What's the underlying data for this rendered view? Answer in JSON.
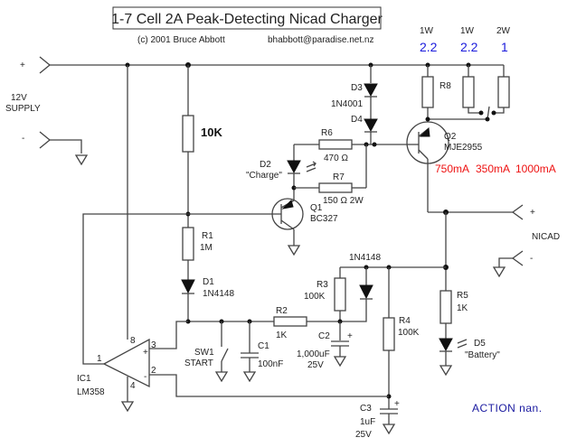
{
  "title": "1-7 Cell 2A Peak-Detecting Nicad Charger",
  "author": "(c) 2001 Bruce Abbott",
  "email": "bhabbott@paradise.net.nz",
  "supply": {
    "plus": "+",
    "minus": "-",
    "label_line1": "12V",
    "label_line2": "SUPPLY"
  },
  "nicad": {
    "plus": "+",
    "minus": "-",
    "label": "NICAD"
  },
  "sense_resistors": {
    "watts": [
      "1W",
      "1W",
      "2W"
    ],
    "ohms": [
      "2.2",
      "2.2",
      "1"
    ],
    "currents": [
      "750mA",
      "350mA",
      "1000mA"
    ],
    "r8_label": "R8"
  },
  "components": {
    "r_10k": "10K",
    "d3": "D3",
    "d3_d4_part": "1N4001",
    "d4": "D4",
    "r6": "R6",
    "r6_value": "470 Ω",
    "r7": "R7",
    "r7_value": "150 Ω  2W",
    "d2": "D2",
    "d2_desc": "\"Charge\"",
    "q1": "Q1",
    "q1_part": "BC327",
    "q2": "Q2",
    "q2_part": "MJE2955",
    "r1": "R1",
    "r1_value": "1M",
    "d1": "D1",
    "d1_part": "1N4148",
    "r2": "R2",
    "r2_value": "1K",
    "r3": "R3",
    "r3_value": "100K",
    "d6_part": "1N4148",
    "c1": "C1",
    "c1_value": "100nF",
    "c2": "C2",
    "c2_value": "1,000uF",
    "c2_voltage": "25V",
    "r4": "R4",
    "r4_value": "100K",
    "c3": "C3",
    "c3_value": "1uF",
    "c3_voltage": "25V",
    "r5": "R5",
    "r5_value": "1K",
    "d5": "D5",
    "d5_desc": "\"Battery\"",
    "sw1": "SW1",
    "sw1_desc": "START",
    "ic1": "IC1",
    "ic1_part": "LM358",
    "pin1": "1",
    "pin2": "2",
    "pin3": "3",
    "pin4": "4",
    "pin8": "8",
    "plus_sign": "+",
    "minus_sign": "-",
    "cap_plus": "+"
  },
  "footer": "ACTION nan."
}
